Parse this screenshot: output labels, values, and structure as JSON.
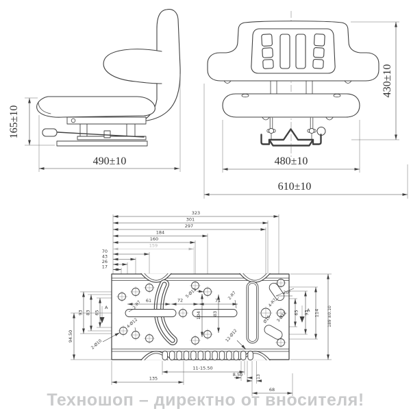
{
  "side_view": {
    "height_dim": "165±10",
    "length_dim": "490±10"
  },
  "front_view": {
    "height_dim": "430±10",
    "seat_width_dim": "480±10",
    "overall_width_dim": "610±10"
  },
  "plate": {
    "top_dims": [
      "323",
      "301",
      "297",
      "184",
      "160",
      "159",
      "70",
      "43",
      "26",
      "17"
    ],
    "left_dims": [
      "93",
      "83",
      "65",
      "94.50"
    ],
    "right_dims": [
      "65",
      "93",
      "114",
      "189 ±0.10"
    ],
    "mid_dims": [
      "61",
      "72",
      "71",
      "104",
      "83"
    ],
    "bottom_dims": [
      "135",
      "11-15.50",
      "8.50",
      "13",
      "68"
    ],
    "callouts": [
      "2-R7",
      "4-Ø12",
      "2-Ø10",
      "5-Ø12",
      "2-R7",
      "12-Ø12",
      "20°",
      "4-R7",
      "Ø16",
      "3-Ø12"
    ],
    "section_label": "A"
  },
  "footer": {
    "text": "Техношоп – директно от вносителя!"
  },
  "colors": {
    "line": "#3f3f3f",
    "faint_dim": "#b5b5b5",
    "footer_text": "#c9cacb"
  }
}
